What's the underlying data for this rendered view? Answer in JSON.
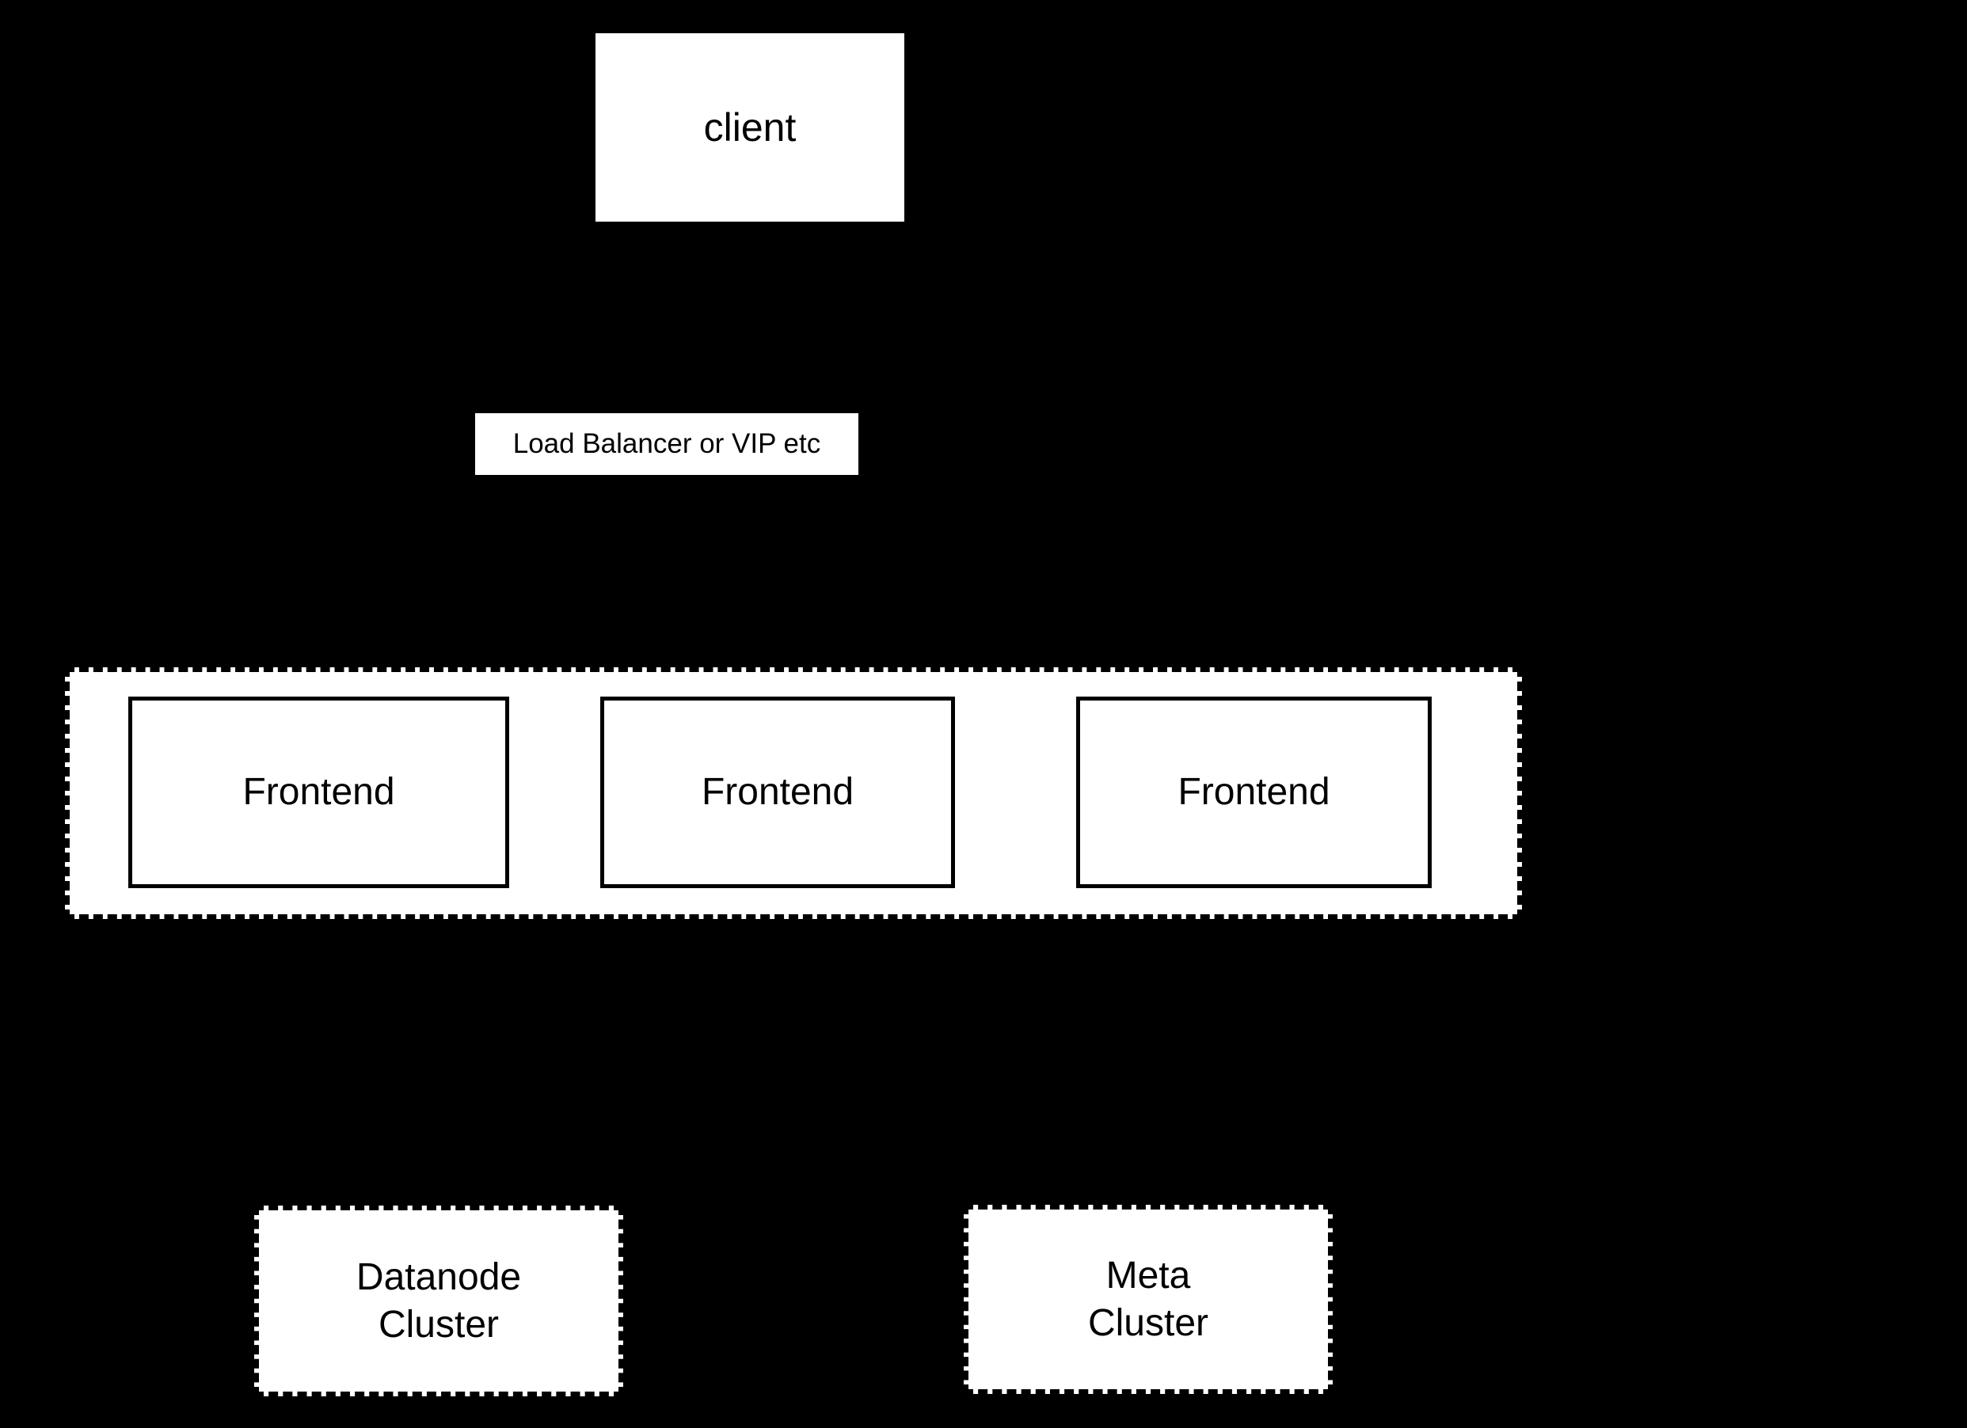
{
  "diagram": {
    "background_color": "#000000",
    "node_fill_color": "#ffffff",
    "node_text_color": "#000000",
    "node_border_color": "#000000",
    "client": {
      "label": "client"
    },
    "load_balancer": {
      "label": "Load Balancer or VIP etc"
    },
    "frontend_cluster": {
      "border_style": "dashed",
      "nodes": [
        {
          "label": "Frontend"
        },
        {
          "label": "Frontend"
        },
        {
          "label": "Frontend"
        }
      ]
    },
    "storage_clusters": [
      {
        "label": "Datanode\nCluster",
        "border_style": "dashed"
      },
      {
        "label": "Meta\nCluster",
        "border_style": "dashed"
      }
    ]
  }
}
